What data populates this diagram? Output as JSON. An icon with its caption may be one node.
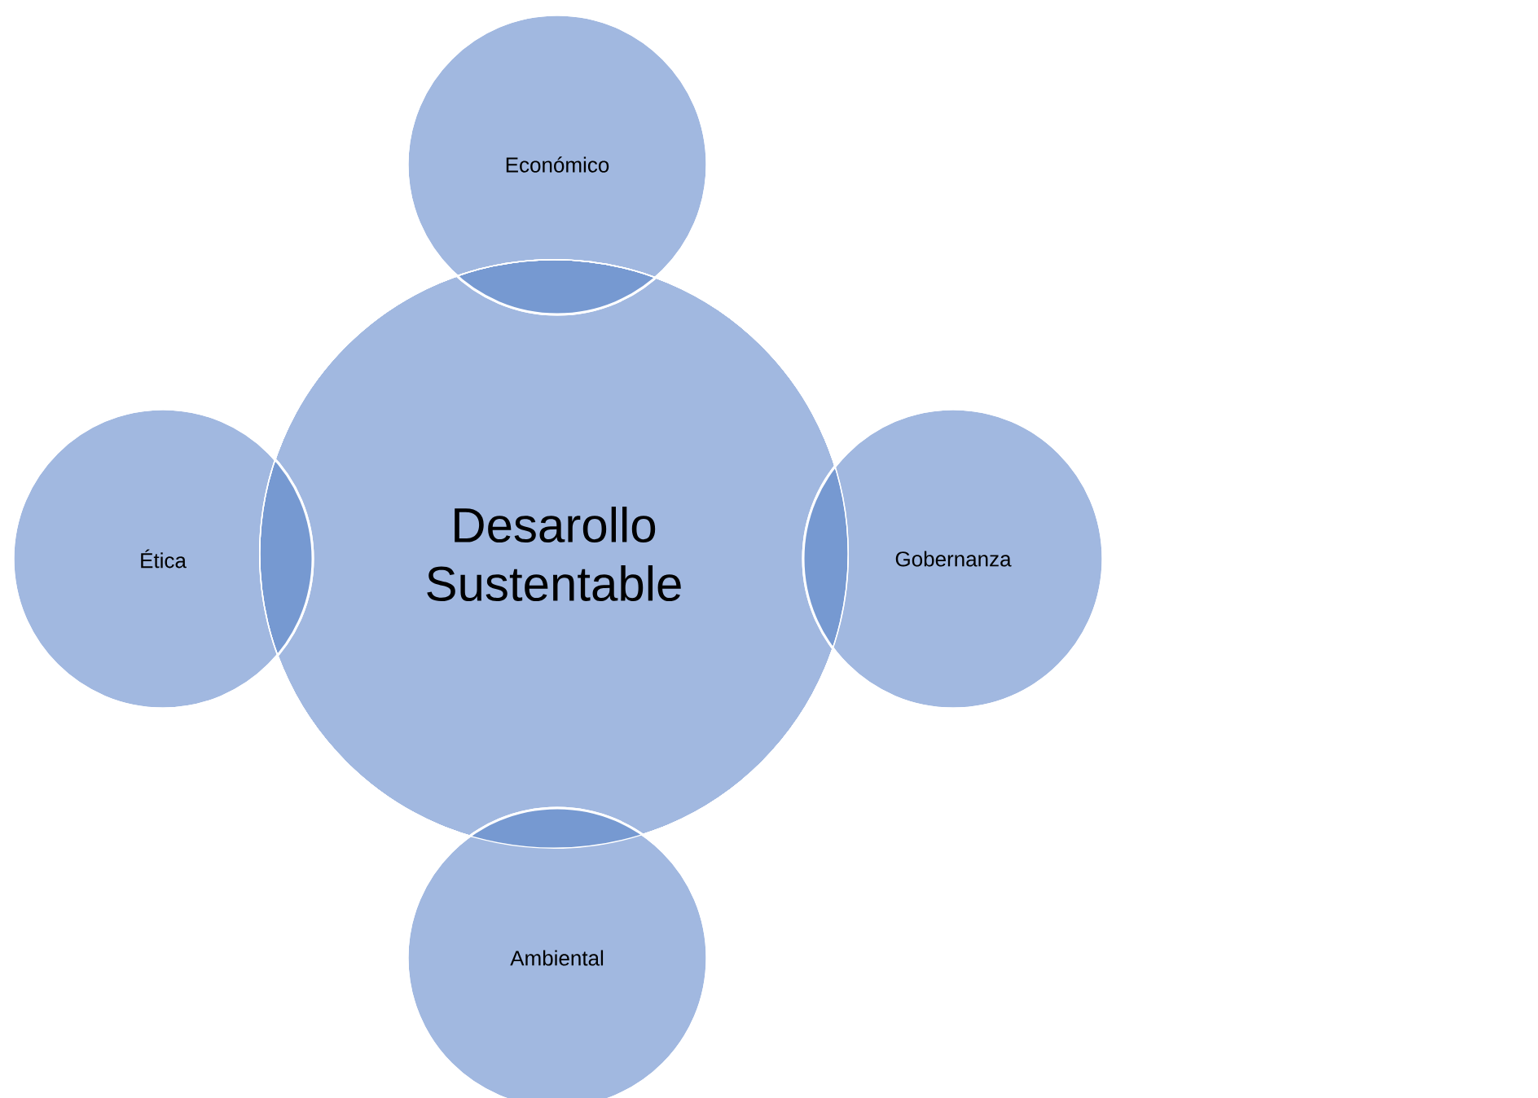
{
  "diagram": {
    "nodes": [
      {
        "text": [
          "Desarollo Sustentable"
        ]
      },
      {
        "text": [
          "Económico"
        ]
      },
      {
        "text": [
          "Ética"
        ]
      },
      {
        "text": [
          "Gobernanza"
        ]
      },
      {
        "text": [
          "Ambiental"
        ]
      }
    ]
  }
}
